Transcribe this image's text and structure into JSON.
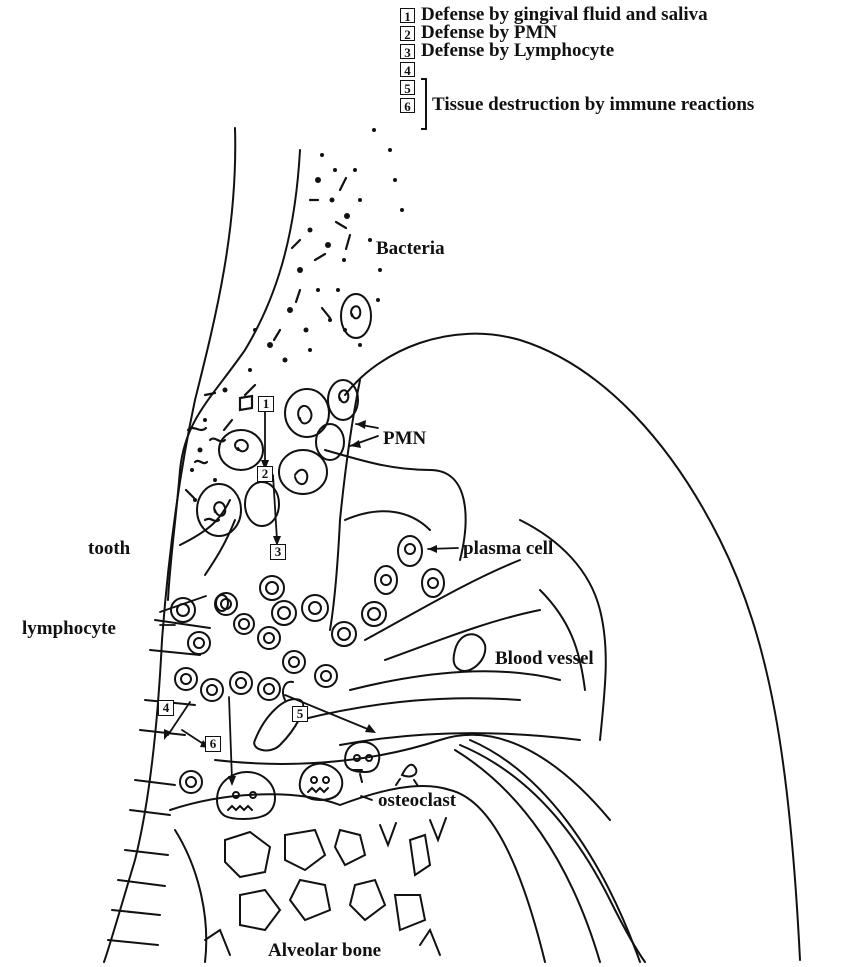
{
  "legend": {
    "items": [
      {
        "num": "1",
        "text": "Defense by gingival fluid and saliva"
      },
      {
        "num": "2",
        "text": "Defense by PMN"
      },
      {
        "num": "3",
        "text": "Defense by Lymphocyte"
      },
      {
        "num": "4",
        "text": ""
      },
      {
        "num": "5",
        "text": ""
      },
      {
        "num": "6",
        "text": ""
      }
    ],
    "group_text": "Tissue destruction by immune reactions"
  },
  "labels": {
    "bacteria": "Bacteria",
    "pmn": "PMN",
    "tooth": "tooth",
    "plasma_cell": "plasma cell",
    "lymphocyte": "lymphocyte",
    "blood_vessel": "Blood vessel",
    "osteoclast": "osteoclast",
    "alveolar_bone": "Alveolar bone"
  },
  "markers": [
    "1",
    "2",
    "3",
    "4",
    "5",
    "6"
  ]
}
